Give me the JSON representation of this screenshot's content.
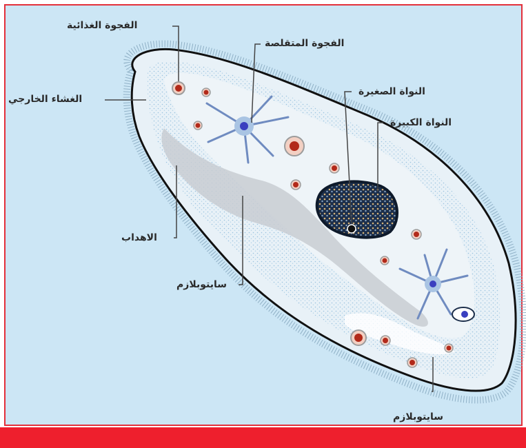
{
  "labels": {
    "food_vacuole": "الفجوة الغذائية",
    "contractile_vacuole": "الفجوة المتقلصة",
    "cell_membrane": "الغشاء الخارجي",
    "micronucleus": "النواة الصغيرة",
    "macronucleus": "النواة الكبيرة",
    "cilia": "الاهداب",
    "cytoplasm_left": "سايتوبلازم",
    "cytoplasm_bottom": "سايتوبلازم"
  },
  "colors": {
    "background": "#cce6f5",
    "frame": "#e32f3a",
    "bottom_bar": "#ee1f2d",
    "cell_fill": "#e8f1f7",
    "cell_outline": "#111111",
    "nucleus": "#1c2e4a",
    "vacuole": "#b22a1a"
  }
}
